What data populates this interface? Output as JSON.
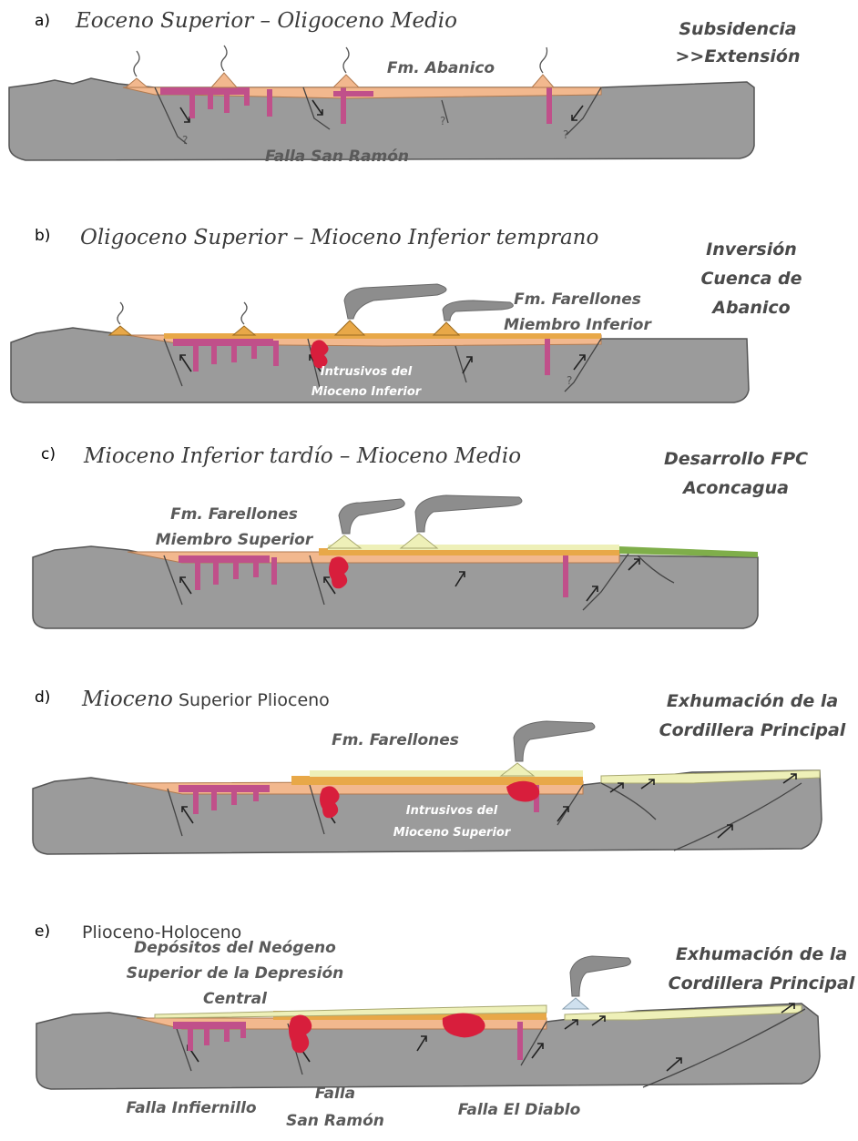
{
  "panels": [
    {
      "letter": "a)",
      "title": "Eoceno Superior – Oligoceno Medio",
      "tectonics": [
        "Subsidencia",
        ">>Extensión"
      ],
      "labels": [
        "Fm. Abanico",
        "Falla San Ramón"
      ]
    },
    {
      "letter": "b)",
      "title": "Oligoceno Superior – Mioceno Inferior temprano",
      "tectonics": [
        "Inversión",
        "Cuenca de",
        "Abanico"
      ],
      "labels": [
        "Fm. Farellones",
        "Miembro Inferior",
        "Intrusivos del",
        "Mioceno Inferior"
      ]
    },
    {
      "letter": "c)",
      "title": "Mioceno Inferior tardío – Mioceno Medio",
      "tectonics": [
        "Desarrollo FPC",
        "Aconcagua"
      ],
      "labels": [
        "Fm. Farellones",
        "Miembro Superior"
      ]
    },
    {
      "letter": "d)",
      "title_italic": "Mioceno",
      "title_plain": " Superior Plioceno",
      "tectonics": [
        "Exhumación de la",
        "Cordillera Principal"
      ],
      "labels": [
        "Fm. Farellones",
        "Intrusivos del",
        "Mioceno Superior"
      ]
    },
    {
      "letter": "e)",
      "title": "Plioceno-Holoceno",
      "tectonics": [
        "Exhumación de la",
        "Cordillera Principal"
      ],
      "labels": [
        "Depósitos del Neógeno",
        "Superior de la Depresión",
        "Central",
        "Falla Infiernillo",
        "Falla",
        "San Ramón",
        "Falla El Diablo"
      ]
    }
  ],
  "question_mark": "?",
  "colors": {
    "basement": "#9b9b9b",
    "basement_edge": "#555555",
    "abanico": "#f2b88e",
    "farellones": "#e8a848",
    "farellones_upper": "#eef0b8",
    "intrusive": "#d81e3c",
    "dike": "#c0508a",
    "fpc": "#7fae4a",
    "smoke": "#8d8d8d"
  }
}
